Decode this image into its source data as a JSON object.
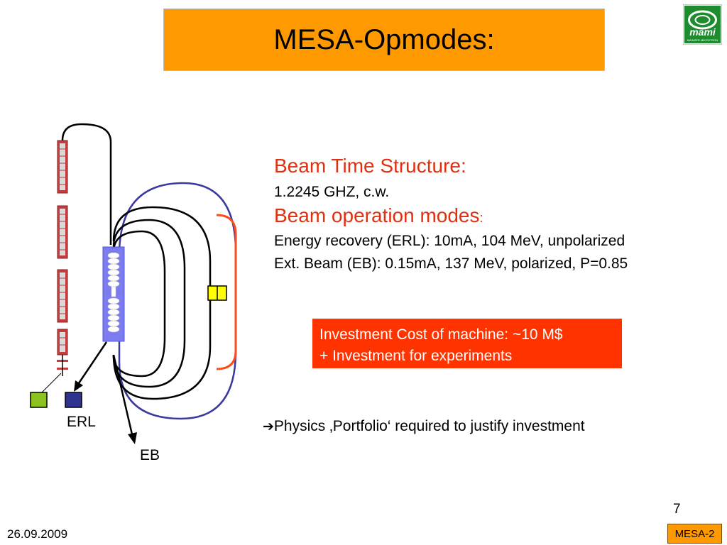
{
  "slide": {
    "title": "MESA-Opmodes:",
    "page_number": "7",
    "date": "26.09.2009",
    "footer_tag": "MESA-2"
  },
  "logo": {
    "text": "mami",
    "subtext": "MAINZER MIKROTRON"
  },
  "content": {
    "heading_structure": "Beam Time Structure:",
    "structure_value": "1.2245 GHZ, c.w.",
    "heading_modes": "Beam operation modes",
    "heading_modes_colon": ":",
    "mode_erl": "Energy recovery (ERL): 10mA, 104 MeV, unpolarized",
    "mode_eb": "Ext. Beam (EB): 0.15mA, 137 MeV, polarized, P=0.85"
  },
  "investment": {
    "line1": "Investment Cost of machine: ~10 M$",
    "line2": "+ Investment for experiments"
  },
  "physics": {
    "arrow": "➔",
    "text": "Physics ‚Portfolio‘ required to justify investment"
  },
  "diagram": {
    "label_erl": "ERL",
    "label_eb": "EB"
  },
  "colors": {
    "title_bg": "#FF9900",
    "heading_red": "#E0300F",
    "invest_bg": "#FF3300",
    "footer_tag_bg": "#FF9900",
    "logo_green": "#1E8C2E",
    "beam_blue": "#3A3A9E",
    "beam_orange": "#FF4A1C",
    "cavity_blue": "#7C7CF0",
    "linac_red": "#C43C3C",
    "marker_green": "#8CC21E",
    "marker_navy": "#2E3390",
    "marker_yellow": "#FFFF00"
  }
}
